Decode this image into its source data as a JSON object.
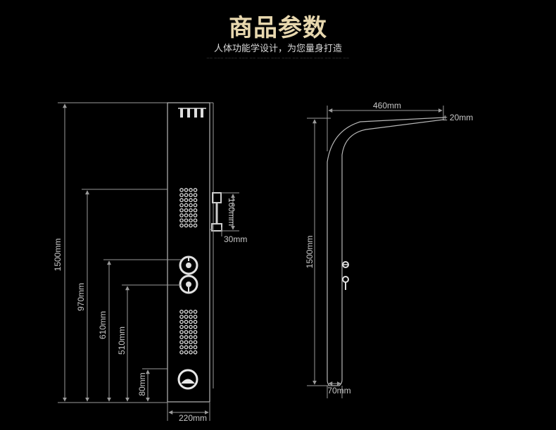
{
  "header": {
    "title": "商品参数",
    "subtitle": "人体功能学设计，为您量身打造",
    "fineprint": "—— ——— ———— ——— —— ———— ——— ——— —— ———— ——— —— ——— ——"
  },
  "front_view": {
    "height_total": "1500mm",
    "height_upper_spray": "970mm",
    "height_upper_valve": "610mm",
    "height_lower_valve": "510mm",
    "height_tub_spout": "80mm",
    "width": "220mm",
    "handheld_length": "160mm",
    "handheld_offset": "30mm"
  },
  "side_view": {
    "top_reach": "460mm",
    "top_thickness": "± 20mm",
    "height_total": "1500mm",
    "depth": "70mm"
  },
  "colors": {
    "title": "#e7d7ae",
    "line": "#9a9a9a",
    "background": "#000000"
  }
}
